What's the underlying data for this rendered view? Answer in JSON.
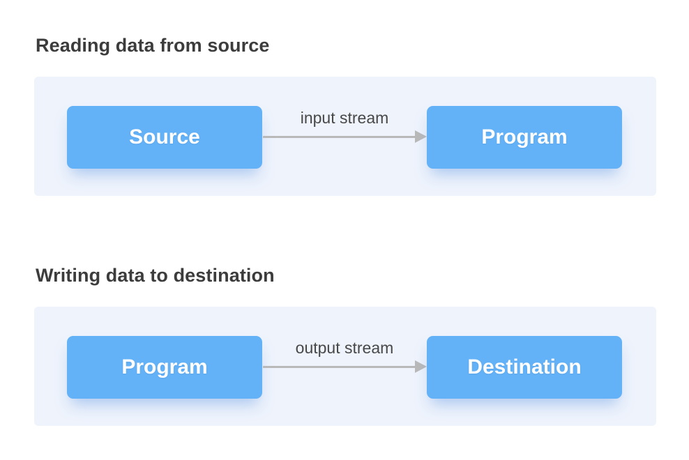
{
  "colors": {
    "panel_bg": "#eef3fc",
    "node_bg": "#63b1f7",
    "node_text": "#ffffff",
    "arrow": "#b9b9b9",
    "label_text": "#484848",
    "heading_text": "#3c3c3c",
    "page_bg": "#ffffff"
  },
  "sections": [
    {
      "heading": "Reading data from source",
      "left_node": "Source",
      "arrow_label": "input stream",
      "right_node": "Program"
    },
    {
      "heading": "Writing data to destination",
      "left_node": "Program",
      "arrow_label": "output stream",
      "right_node": "Destination"
    }
  ]
}
